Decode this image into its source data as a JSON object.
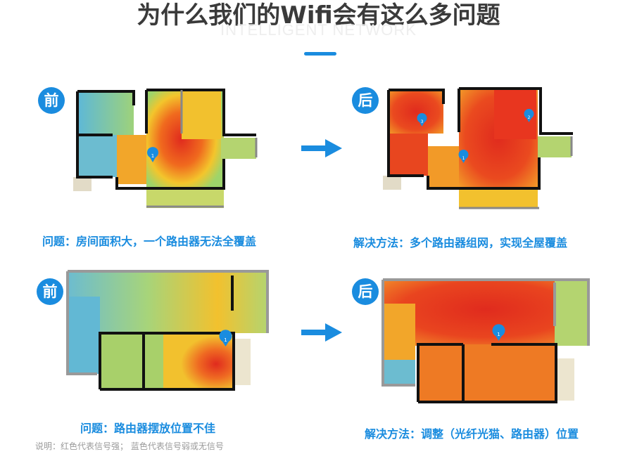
{
  "header": {
    "title": "为什么我们的Wifi会有这么多问题",
    "subtitle": "INTELLIGENT NETWORK"
  },
  "section1": {
    "before_badge": "前",
    "after_badge": "后",
    "before_caption": "问题：房间面积大，一个路由器无法全覆盖",
    "after_caption": "解决方法：多个路由器组网，实现全屋覆盖"
  },
  "section2": {
    "before_badge": "前",
    "after_badge": "后",
    "before_caption": "问题：路由器摆放位置不佳",
    "after_caption": "解决方法：调整（光纤光猫、路由器）位置"
  },
  "legend_note": "说明：红色代表信号强； 蓝色代表信号弱或无信号",
  "router_markers": {
    "top_before": [
      "1"
    ],
    "top_after": [
      "3",
      "2",
      "1"
    ],
    "bottom_before": [
      "1"
    ],
    "bottom_after": [
      "1"
    ]
  },
  "colors": {
    "accent": "#1a8cdf",
    "strong_signal": "#e8321e",
    "medium_signal": "#f2c12e",
    "weak_signal": "#5ab9d6",
    "wall": "#111111"
  }
}
